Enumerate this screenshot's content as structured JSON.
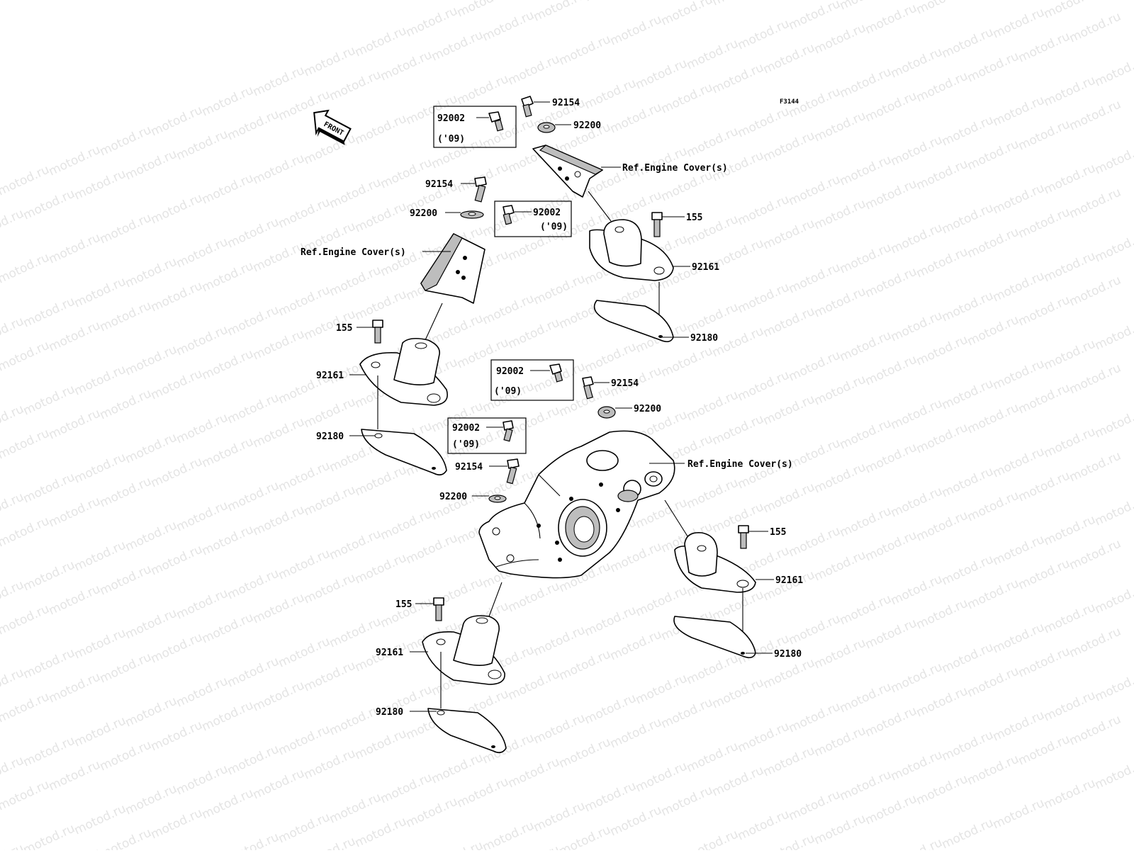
{
  "figure_code": "F3144",
  "watermark": "motod.ru",
  "front_arrow_label": "FRONT",
  "labels": {
    "p92154_top": "92154",
    "p92200_top": "92200",
    "ref_top_right": "Ref.Engine Cover(s)",
    "p155_right1": "155",
    "p92161_right1": "92161",
    "p92180_right1": "92180",
    "p92154_left1": "92154",
    "p92200_left1": "92200",
    "ref_left1": "Ref.Engine Cover(s)",
    "p155_left1": "155",
    "p92161_left1": "92161",
    "p92180_left1": "92180",
    "p92154_mid": "92154",
    "p92200_mid": "92200",
    "ref_mid": "Ref.Engine Cover(s)",
    "p92154_low": "92154",
    "p92200_low": "92200",
    "p155_right2": "155",
    "p92161_right2": "92161",
    "p92180_right2": "92180",
    "p155_bottom": "155",
    "p92161_bottom": "92161",
    "p92180_bottom": "92180"
  },
  "boxes": [
    {
      "part": "92002",
      "note": "('09)"
    },
    {
      "part": "92002",
      "note": "('09)"
    },
    {
      "part": "92002",
      "note": "('09)"
    },
    {
      "part": "92002",
      "note": "('09)"
    }
  ]
}
